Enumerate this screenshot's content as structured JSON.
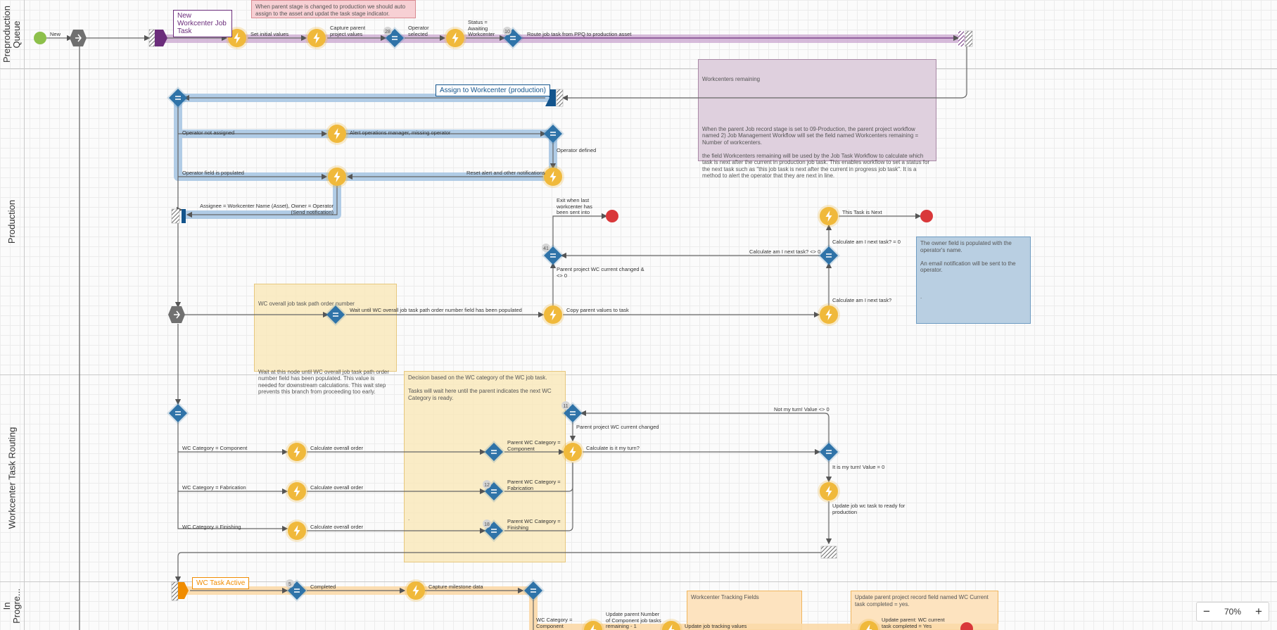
{
  "lanes": [
    {
      "id": "preproduction",
      "label": "Preproduction Queue"
    },
    {
      "id": "production",
      "label": "Production"
    },
    {
      "id": "routing",
      "label": "Workcenter Task Routing"
    },
    {
      "id": "inprogress",
      "label": "In Progre..."
    }
  ],
  "stages": {
    "new_job_task": "New Workcenter Job Task",
    "assign": "Assign to Workcenter (production)",
    "active": "WC Task Active"
  },
  "badges": {
    "b28": "28",
    "b10": "10",
    "b41": "41",
    "b11": "11",
    "b12": "12",
    "b18": "18",
    "b5": "5"
  },
  "labels": {
    "new": "New",
    "set_initial": "Set initial values",
    "capture_parent": "Capture parent project values",
    "operator_selected": "Operator selected",
    "status_awaiting": "Status = Awaiting Workcenter",
    "route_job": "Route job task from PPQ to production asset",
    "operator_not_assigned": "Operator not assigned",
    "alert_ops": "Alert operations manager, missing operator",
    "operator_defined": "Operator defined",
    "operator_populated": "Operator field is populated",
    "reset_alert": "Reset alert and other notifications",
    "assignee": "Assignee = Workcenter Name (Asset), Owner = Operator (Send notification)",
    "exit_last": "Exit when last workcenter has been sent into",
    "this_task_next": "This Task is Next",
    "calc_next_eq0": "Calculate am I next task? = 0",
    "calc_next_ne0": "Calculate am I next task? <> 0",
    "parent_wc_changed_ne0": "Parent project WC current changed & <> 0",
    "wait_until": "Wait until WC overall job task path order number field has been populated",
    "copy_parent": "Copy parent values to task",
    "calc_next_q": "Calculate am I next task?",
    "not_my_turn": "Not my turn! Value <> 0",
    "parent_wc_changed": "Parent project WC current changed",
    "cat_component": "WC Category = Component",
    "calc_order_1": "Calculate overall order",
    "parent_component": "Parent WC Category = Component",
    "calc_my_turn": "Calculate is it my turn?",
    "my_turn": "It is my turn! Value = 0",
    "cat_fabrication": "WC Category = Fabrication",
    "calc_order_2": "Calculate overall order",
    "parent_fabrication": "Parent WC Category = Fabrication",
    "update_ready": "Update job wc task to ready for production",
    "cat_finishing": "WC Category = Finishing",
    "calc_order_3": "Calculate overall order",
    "parent_finishing": "Parent WC Category = Finishing",
    "completed": "Completed",
    "capture_milestone": "Capture milestone data",
    "wc_cat_component_2": "WC Category = Component",
    "update_parent_number": "Update parent Number of Component job tasks remaining - 1",
    "update_tracking": "Update job tracking values",
    "update_parent_wc": "Update parent: WC current task completed = Yes"
  },
  "notes": {
    "pink": "When parent stage is changed to production we should auto assign to the asset and updat the task stage indicator.",
    "workcenters_title": "Workcenters remaining",
    "workcenters_body": "When the parent Job record stage is set to 09-Production, the parent project workflow named 2) Job Management Workflow will set the field named Workcenters remaining = Number of workcenters.\n\nthe field Workcenters remaining will be used by the Job Task Workflow to calculate which task is next after the current in production job task. This enables workflow to set a status for the next task such as \"this job task is next after the current in progress job task\". It is a method to alert the operator that they are next in line.",
    "owner": "The owner field is populated with the operator's name.\n\nAn email notification will be sent to the operator.\n\n\n\n.",
    "wc_overall_title": "WC overall job task path order number",
    "wc_overall_body": "Wait at this node until WC overall job task path order number field has been populated. This value is needed for downstream calculations. This wait step prevents this branch from proceeding too early.",
    "decision": "Decision based on the WC category of the WC job task.\n\nTasks will wait here until the parent indicates the next WC Category is ready.\n\n\n\n\n\n\n\n\n\n\n\n\n\n\n\n\n\n.",
    "tracking_title": "Workcenter Tracking Fields",
    "update_parent_record": "Update parent project record field named WC Current task completed = yes."
  },
  "zoom": {
    "value": "70%",
    "minus": "−",
    "plus": "+"
  },
  "colors": {
    "action": "#f0b93b",
    "decision": "#2f73a8",
    "end": "#d9383a",
    "start": "#8dc04b",
    "split": "#707070",
    "purple": "#6b2d7b",
    "blue_stage": "#13548c",
    "orange_stage": "#f08c00"
  }
}
